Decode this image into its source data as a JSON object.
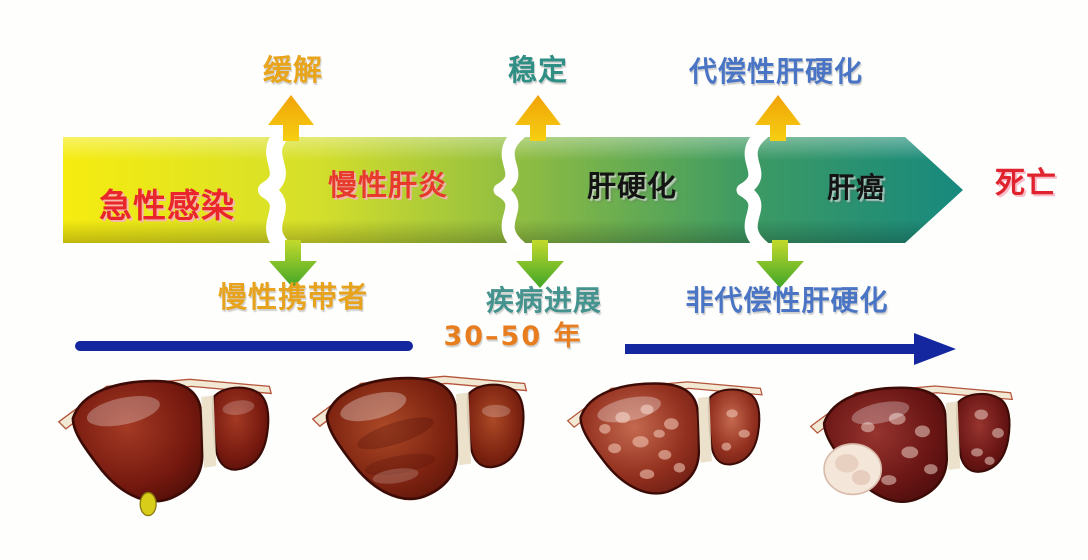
{
  "canvas": {
    "background": "#FEFEFD"
  },
  "upper_outcomes": [
    {
      "label": "缓解",
      "color": "#E8A41B"
    },
    {
      "label": "稳定",
      "color": "#2F8F85"
    },
    {
      "label": "代偿性肝硬化",
      "color": "#4A74C4"
    }
  ],
  "band": {
    "stages": [
      {
        "label": "急性感染",
        "color": "#E8262B"
      },
      {
        "label": "慢性肝炎",
        "color": "#E63A2D"
      },
      {
        "label": "肝硬化",
        "color": "#141414"
      },
      {
        "label": "肝癌",
        "color": "#141414"
      }
    ],
    "terminal": {
      "label": "死亡",
      "color": "#E0242E"
    },
    "gradient": [
      "#F6EC10",
      "#D5DF2B",
      "#8BBB43",
      "#3D9A63",
      "#17897E"
    ]
  },
  "lower_outcomes": [
    {
      "label": "慢性携带者",
      "color": "#E8A31E"
    },
    {
      "label": "疾病进展",
      "color": "#44938E"
    },
    {
      "label": "非代偿性肝硬化",
      "color": "#4A74C4"
    }
  ],
  "timeline": {
    "duration_label": "30–50 年",
    "duration_color": "#E77D1F",
    "arrow_color": "#14279E"
  },
  "arrow_colors": {
    "up_arrow_top": "#F0A307",
    "up_arrow_bottom": "#F6CF12",
    "down_arrow_top": "#C3DA2C",
    "down_arrow_bottom": "#3FA527"
  },
  "livers": [
    {
      "name": "normal-liver-icon"
    },
    {
      "name": "chronic-hepatitis-liver-icon"
    },
    {
      "name": "cirrhotic-liver-icon"
    },
    {
      "name": "liver-cancer-liver-icon"
    }
  ]
}
